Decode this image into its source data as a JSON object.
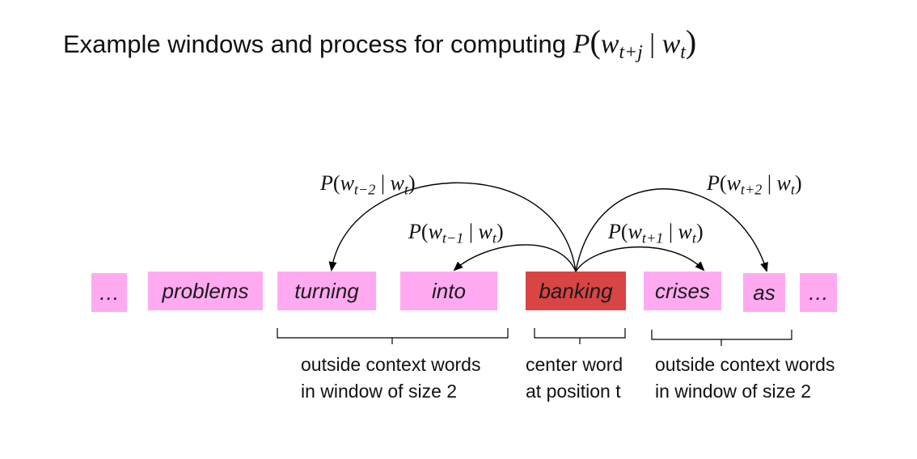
{
  "title": {
    "text": "Example windows and process for computing ",
    "math": {
      "p": "P",
      "w1": "w",
      "sub1": "t+j",
      "sep": "|",
      "w2": "w",
      "sub2": "t"
    }
  },
  "words": [
    {
      "text": "…",
      "role": "context"
    },
    {
      "text": "problems",
      "role": "context"
    },
    {
      "text": "turning",
      "role": "context"
    },
    {
      "text": "into",
      "role": "context"
    },
    {
      "text": "banking",
      "role": "center"
    },
    {
      "text": "crises",
      "role": "context"
    },
    {
      "text": "as",
      "role": "context"
    },
    {
      "text": "…",
      "role": "context"
    }
  ],
  "probabilities": [
    {
      "p": "P",
      "w1": "w",
      "sub1": "t−2",
      "sep": "|",
      "w2": "w",
      "sub2": "t"
    },
    {
      "p": "P",
      "w1": "w",
      "sub1": "t−1",
      "sep": "|",
      "w2": "w",
      "sub2": "t"
    },
    {
      "p": "P",
      "w1": "w",
      "sub1": "t+1",
      "sep": "|",
      "w2": "w",
      "sub2": "t"
    },
    {
      "p": "P",
      "w1": "w",
      "sub1": "t+2",
      "sep": "|",
      "w2": "w",
      "sub2": "t"
    }
  ],
  "captions": {
    "left": {
      "line1": "outside context words",
      "line2": "in window of size 2"
    },
    "center": {
      "line1": "center word",
      "line2": "at position t"
    },
    "right": {
      "line1": "outside context words",
      "line2": "in window of size 2"
    }
  },
  "colors": {
    "context_box": "#ffaaf0",
    "center_box": "#d94444",
    "arrow": "#000000"
  }
}
